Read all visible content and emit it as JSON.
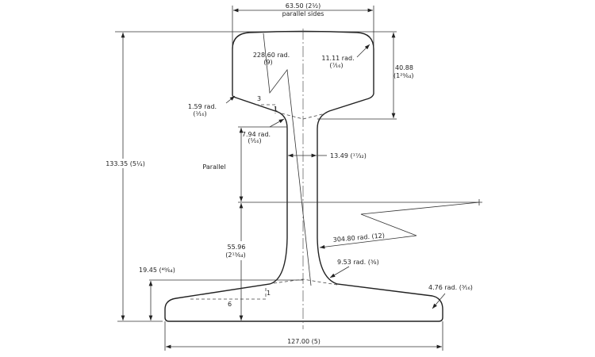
{
  "title": "Rail profile cross-section drawing",
  "dimensions": {
    "head_width": "63.50 (2½)",
    "head_width_note": "parallel sides",
    "head_radius_top": "228.60 rad.",
    "head_radius_top_in": "(9)",
    "head_corner_radius": "11.11 rad.",
    "head_corner_radius_in": "(⁷⁄₁₆)",
    "head_depth": "40.88",
    "head_depth_in": "(1²⁹⁄₆₄)",
    "head_underside_radius": "1.59 rad.",
    "head_underside_radius_in": "(¹⁄₁₆)",
    "slope_run_head": "3",
    "slope_rise_head": "1",
    "web_head_fillet": "7.94 rad.",
    "web_head_fillet_in": "(⁵⁄₁₆)",
    "web_thickness": "13.49 (¹⁷⁄₃₂)",
    "parallel_label": "Parallel",
    "total_height": "133.35 (5¼)",
    "web_radius": "304.80 rad. (12)",
    "lower_height": "55.96",
    "lower_height_in": "(2¹³⁄₆₄)",
    "web_foot_fillet": "9.53 rad. (³⁄₈)",
    "foot_height": "19.45 (⁴⁹⁄₆₄)",
    "slope_run_foot": "6",
    "slope_rise_foot": "1",
    "foot_edge_radius": "4.76 rad. (³⁄₁₆)",
    "foot_width": "127.00 (5)"
  }
}
